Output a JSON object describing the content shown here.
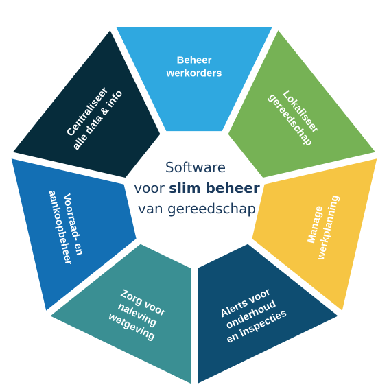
{
  "center": {
    "line1": "Software",
    "line2_pre": "voor ",
    "line2_bold": "slim beheer",
    "line3": "van gereedschap"
  },
  "segments": [
    {
      "lines": [
        "Beheer",
        "werkorders"
      ],
      "color": "#2fa8e0"
    },
    {
      "lines": [
        "Lokaliseer",
        "gereedschap"
      ],
      "color": "#76b255"
    },
    {
      "lines": [
        "Manage",
        "werkplanning"
      ],
      "color": "#f6c543"
    },
    {
      "lines": [
        "Alerts voor",
        "onderhoud",
        "en inspecties"
      ],
      "color": "#0e4d71"
    },
    {
      "lines": [
        "Zorg voor",
        "naleving",
        "wetgeving"
      ],
      "color": "#3a8f93"
    },
    {
      "lines": [
        "Voorraad- en",
        "aankoopbeheer"
      ],
      "color": "#136fb4"
    },
    {
      "lines": [
        "Centraliseer",
        "alle data & info"
      ],
      "color": "#062c3b"
    }
  ],
  "colors": {
    "center_text": "#1b3a5c",
    "center_fill": "#ffffff"
  }
}
